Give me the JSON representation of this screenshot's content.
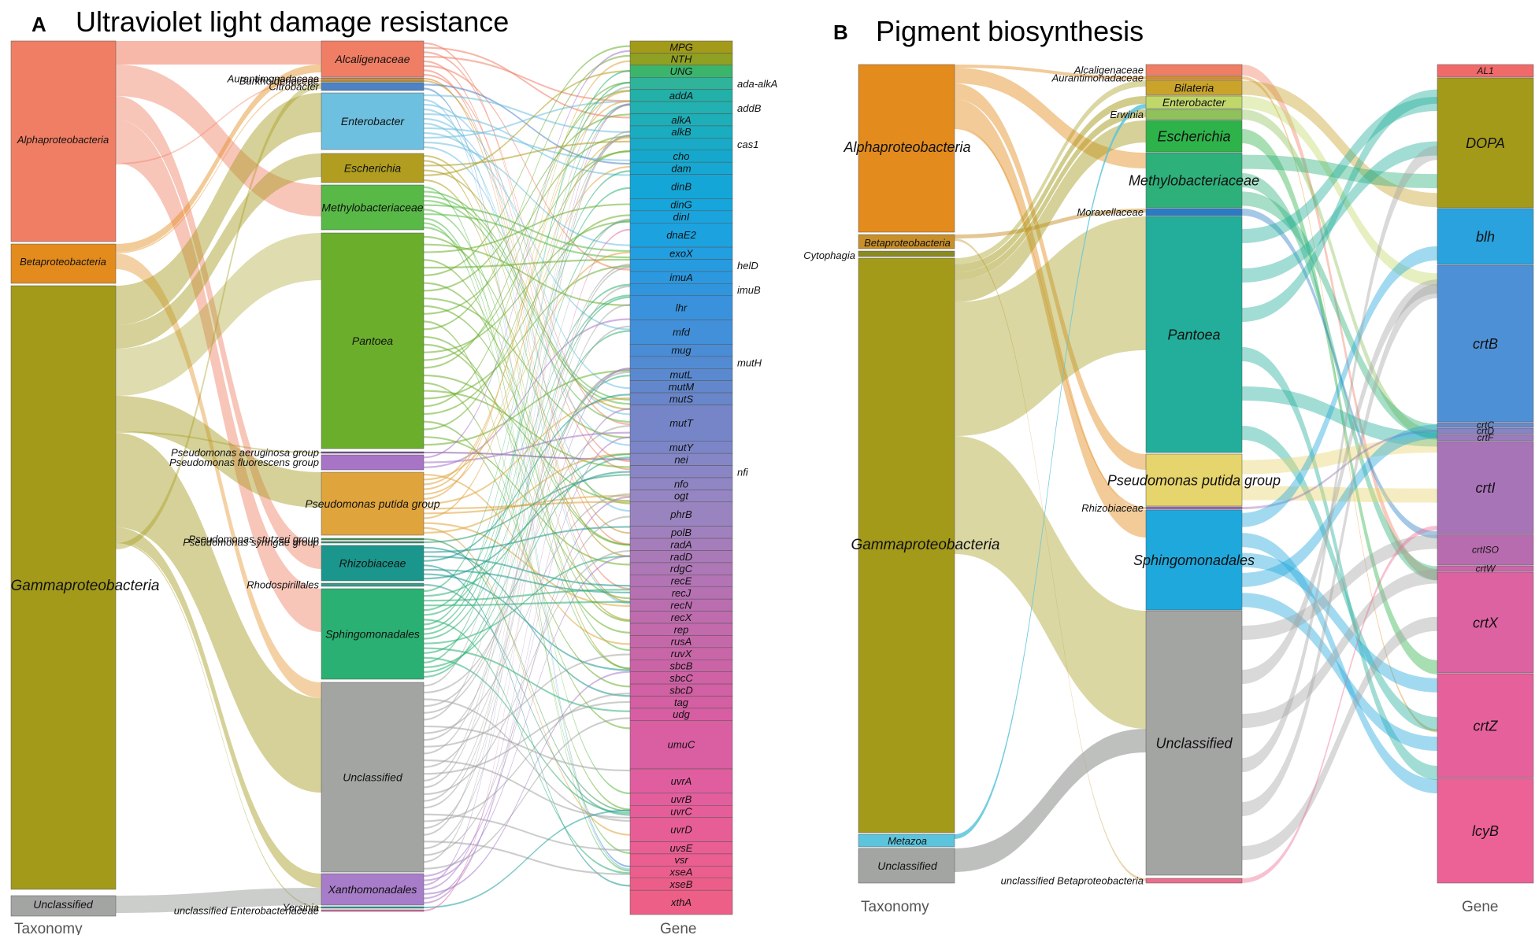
{
  "panels": [
    {
      "id": "A",
      "letter": "A",
      "title": "Ultraviolet light damage resistance",
      "axis_labels": {
        "taxonomy": "Taxonomy",
        "gene": "Gene"
      },
      "taxonomy_nodes": [
        {
          "label": "Alphaproteobacteria",
          "color": "#f07e64"
        },
        {
          "label": "Betaproteobacteria",
          "color": "#e38b1d"
        },
        {
          "label": "Gammaproteobacteria",
          "color": "#a39a1a"
        },
        {
          "label": "Unclassified",
          "color": "#a3a5a3"
        }
      ],
      "middle_nodes": [
        {
          "label": "Alcaligenaceae",
          "color": "#f07e64"
        },
        {
          "label": "Aurantimonadaceae",
          "color": "#d9842a"
        },
        {
          "label": "Burkholderiaceae",
          "color": "#c9932a"
        },
        {
          "label": "Citrobacter",
          "color": "#4d82c4"
        },
        {
          "label": "Enterobacter",
          "color": "#6ec0e0"
        },
        {
          "label": "Escherichia",
          "color": "#b19d1f"
        },
        {
          "label": "Methylobacteriaceae",
          "color": "#58b946"
        },
        {
          "label": "Pantoea",
          "color": "#6bae2c"
        },
        {
          "label": "Pseudomonas aeruginosa group",
          "color": "#7b4a9a"
        },
        {
          "label": "Pseudomonas fluorescens group",
          "color": "#a874c6"
        },
        {
          "label": "Pseudomonas putida group",
          "color": "#e0a43c"
        },
        {
          "label": "Pseudomonas stutzeri group",
          "color": "#3c9a55"
        },
        {
          "label": "Pseudomonas syringae group",
          "color": "#2e9a6e"
        },
        {
          "label": "Rhizobiaceae",
          "color": "#1a968c"
        },
        {
          "label": "Rhodospirillales",
          "color": "#3a9a8a"
        },
        {
          "label": "Sphingomonadales",
          "color": "#2ab072"
        },
        {
          "label": "Unclassified",
          "color": "#a3a5a3"
        },
        {
          "label": "Xanthomonadales",
          "color": "#a77cc8"
        },
        {
          "label": "Yersinia",
          "color": "#1e9ea0"
        },
        {
          "label": "unclassified Enterobacteriaceae",
          "color": "#e06aa0"
        }
      ],
      "gene_nodes": [
        {
          "label": "MPG",
          "color": "#a39a1a"
        },
        {
          "label": "NTH",
          "color": "#8fa022"
        },
        {
          "label": "UNG",
          "color": "#3cb56c"
        },
        {
          "label": "ada-alkA",
          "color": "#2fb39a"
        },
        {
          "label": "addA",
          "color": "#22b0a8"
        },
        {
          "label": "addB",
          "color": "#22b0b0"
        },
        {
          "label": "alkA",
          "color": "#1eaeb8"
        },
        {
          "label": "alkB",
          "color": "#1aacbf"
        },
        {
          "label": "cas1",
          "color": "#18aac6"
        },
        {
          "label": "cho",
          "color": "#16a8cc"
        },
        {
          "label": "dam",
          "color": "#16a8d2"
        },
        {
          "label": "dinB",
          "color": "#15a6d8"
        },
        {
          "label": "dinG",
          "color": "#17a6dc"
        },
        {
          "label": "dinI",
          "color": "#1aa4de"
        },
        {
          "label": "dnaE2",
          "color": "#1da2e0"
        },
        {
          "label": "exoX",
          "color": "#229fe0"
        },
        {
          "label": "helD",
          "color": "#279be0"
        },
        {
          "label": "imuA",
          "color": "#2c98df"
        },
        {
          "label": "imuB",
          "color": "#3195de"
        },
        {
          "label": "lhr",
          "color": "#3a92dc"
        },
        {
          "label": "mfd",
          "color": "#428fda"
        },
        {
          "label": "mug",
          "color": "#4a8dd6"
        },
        {
          "label": "mutH",
          "color": "#528bd2"
        },
        {
          "label": "mutL",
          "color": "#5a89cf"
        },
        {
          "label": "mutM",
          "color": "#6287cc"
        },
        {
          "label": "mutS",
          "color": "#6a86ca"
        },
        {
          "label": "mutT",
          "color": "#7585c8"
        },
        {
          "label": "mutY",
          "color": "#7c85c7"
        },
        {
          "label": "nei",
          "color": "#8486c6"
        },
        {
          "label": "nfi",
          "color": "#8a86c5"
        },
        {
          "label": "nfo",
          "color": "#9086c4"
        },
        {
          "label": "ogt",
          "color": "#9585c2"
        },
        {
          "label": "phrB",
          "color": "#9a84c0"
        },
        {
          "label": "polB",
          "color": "#a080bd"
        },
        {
          "label": "radA",
          "color": "#a57dba"
        },
        {
          "label": "radD",
          "color": "#aa7ab8"
        },
        {
          "label": "rdgC",
          "color": "#ae77b6"
        },
        {
          "label": "recE",
          "color": "#b274b4"
        },
        {
          "label": "recJ",
          "color": "#b671b2"
        },
        {
          "label": "recN",
          "color": "#ba6eb0"
        },
        {
          "label": "recX",
          "color": "#be6cae"
        },
        {
          "label": "rep",
          "color": "#c26aac"
        },
        {
          "label": "rusA",
          "color": "#c568aa"
        },
        {
          "label": "ruvX",
          "color": "#c866a8"
        },
        {
          "label": "sbcB",
          "color": "#cb64a6"
        },
        {
          "label": "sbcC",
          "color": "#ce62a5"
        },
        {
          "label": "sbcD",
          "color": "#d160a4"
        },
        {
          "label": "tag",
          "color": "#d45fa3"
        },
        {
          "label": "udg",
          "color": "#d75ea2"
        },
        {
          "label": "umuC",
          "color": "#da5ea2"
        },
        {
          "label": "uvrA",
          "color": "#e05e9f"
        },
        {
          "label": "uvrB",
          "color": "#e35e9c"
        },
        {
          "label": "uvrC",
          "color": "#e55e99"
        },
        {
          "label": "uvrD",
          "color": "#e75e96"
        },
        {
          "label": "uvsE",
          "color": "#e95e93"
        },
        {
          "label": "vsr",
          "color": "#ea5e90"
        },
        {
          "label": "xseA",
          "color": "#eb5e8d"
        },
        {
          "label": "xseB",
          "color": "#ec5e8a"
        },
        {
          "label": "xthA",
          "color": "#ed5f87"
        }
      ]
    },
    {
      "id": "B",
      "letter": "B",
      "title": "Pigment biosynthesis",
      "axis_labels": {
        "taxonomy": "Taxonomy",
        "gene": "Gene"
      },
      "taxonomy_nodes": [
        {
          "label": "Alphaproteobacteria",
          "color": "#e38b1d"
        },
        {
          "label": "Betaproteobacteria",
          "color": "#c9902a"
        },
        {
          "label": "Cytophagia",
          "color": "#8a8a22"
        },
        {
          "label": "Gammaproteobacteria",
          "color": "#a39a1a"
        },
        {
          "label": "Metazoa",
          "color": "#5cc4dc"
        },
        {
          "label": "Unclassified",
          "color": "#a3a5a3"
        }
      ],
      "middle_nodes": [
        {
          "label": "Alcaligenaceae",
          "color": "#f07e64"
        },
        {
          "label": "Aurantimonadaceae",
          "color": "#e38b1d"
        },
        {
          "label": "Bilateria",
          "color": "#c9a32a"
        },
        {
          "label": "Enterobacter",
          "color": "#c0d86a"
        },
        {
          "label": "Erwinia",
          "color": "#8fc25a"
        },
        {
          "label": "Escherichia",
          "color": "#2eb34a"
        },
        {
          "label": "Methylobacteriaceae",
          "color": "#2eb07a"
        },
        {
          "label": "Moraxellaceae",
          "color": "#2a7bc6"
        },
        {
          "label": "Pantoea",
          "color": "#22ae9a"
        },
        {
          "label": "Pseudomonas putida group",
          "color": "#e6d46c"
        },
        {
          "label": "Rhizobiaceae",
          "color": "#9a6cb8"
        },
        {
          "label": "Sphingomonadales",
          "color": "#1fa8dc"
        },
        {
          "label": "Unclassified",
          "color": "#a3a5a3"
        },
        {
          "label": "unclassified Betaproteobacteria",
          "color": "#ec6e8e"
        }
      ],
      "gene_nodes": [
        {
          "label": "AL1",
          "color": "#f06a6a"
        },
        {
          "label": "DOPA",
          "color": "#a39a1a"
        },
        {
          "label": "blh",
          "color": "#2aa2de"
        },
        {
          "label": "crtB",
          "color": "#4e90d6"
        },
        {
          "label": "crtC",
          "color": "#6a88cc"
        },
        {
          "label": "crtD",
          "color": "#8484c6"
        },
        {
          "label": "crtF",
          "color": "#9a7cbe"
        },
        {
          "label": "crtI",
          "color": "#a874b8"
        },
        {
          "label": "crtISO",
          "color": "#b86cb0"
        },
        {
          "label": "crtW",
          "color": "#cc66a8"
        },
        {
          "label": "crtX",
          "color": "#dc62a2"
        },
        {
          "label": "crtZ",
          "color": "#e6609c"
        },
        {
          "label": "lcyB",
          "color": "#ec6196"
        }
      ]
    }
  ]
}
